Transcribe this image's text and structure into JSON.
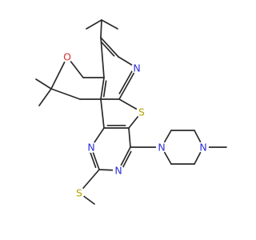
{
  "molecule": {
    "colors": {
      "bond": "#2a2a2a",
      "N": "#2f2fd6",
      "O": "#d62f2f",
      "S": "#b3a400"
    },
    "atoms": [
      {
        "id": "N_py",
        "symbol": "N",
        "label": "N"
      },
      {
        "id": "O_pyran",
        "symbol": "O",
        "label": "O"
      },
      {
        "id": "S_thio",
        "symbol": "S",
        "label": "S"
      },
      {
        "id": "N_pm1",
        "symbol": "N",
        "label": "N"
      },
      {
        "id": "N_pm2",
        "symbol": "N",
        "label": "N"
      },
      {
        "id": "N_pz1",
        "symbol": "N",
        "label": "N"
      },
      {
        "id": "N_pz2",
        "symbol": "N",
        "label": "N"
      },
      {
        "id": "S_me",
        "symbol": "S",
        "label": "S"
      }
    ]
  }
}
